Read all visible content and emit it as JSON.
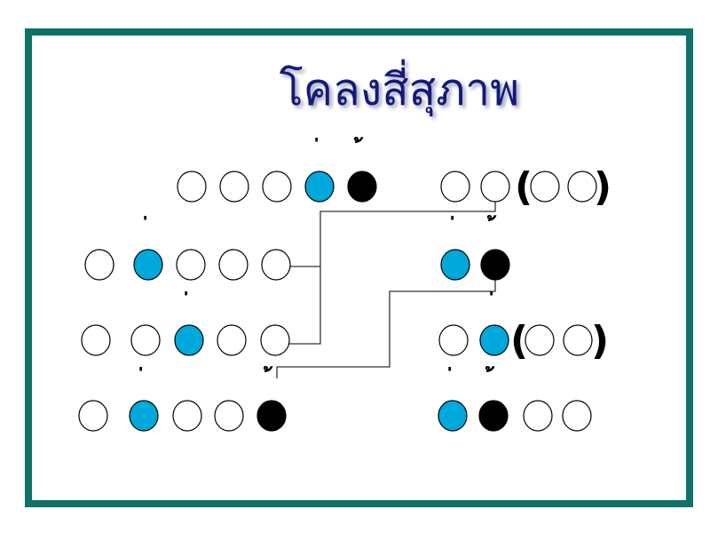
{
  "title": "โคลงสี่สุภาพ",
  "marks": {
    "ek": "่",
    "tho": "้",
    "paren_open": "(",
    "paren_close": ")"
  },
  "colors": {
    "ek": "#00a8dc",
    "tho": "#000000",
    "plain": "#ffffff",
    "border": "#0e7366",
    "title": "#15197a"
  },
  "lines": [
    {
      "left": [
        "plain",
        "plain",
        "plain",
        "ek",
        "tho"
      ],
      "right": [
        "plain",
        "plain"
      ],
      "optional": [
        "plain",
        "plain"
      ]
    },
    {
      "left": [
        "plain",
        "ek",
        "plain",
        "plain",
        "plain"
      ],
      "right": [
        "ek",
        "tho"
      ],
      "optional": []
    },
    {
      "left": [
        "plain",
        "plain",
        "ek",
        "plain",
        "plain"
      ],
      "right": [
        "plain",
        "ek"
      ],
      "optional": [
        "plain",
        "plain"
      ]
    },
    {
      "left": [
        "plain",
        "ek",
        "plain",
        "plain",
        "tho"
      ],
      "right": [
        "ek",
        "tho",
        "plain",
        "plain"
      ],
      "optional": []
    }
  ]
}
